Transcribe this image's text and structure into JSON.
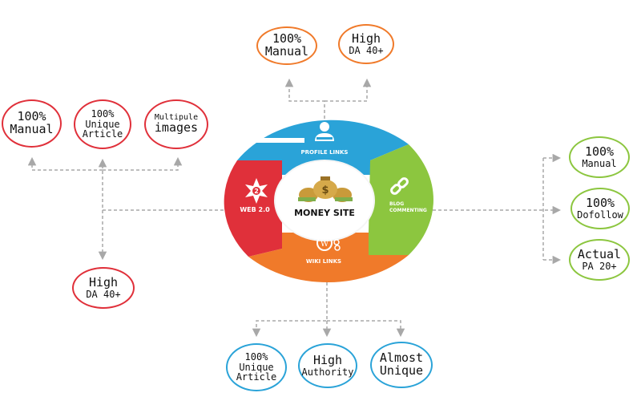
{
  "center": {
    "label": "MONEY SITE"
  },
  "segments": {
    "profile": "PROFILE LINKS",
    "blog_line1": "BLOG",
    "blog_line2": "COMMENTING",
    "wiki": "WIKI LINKS",
    "web20": "WEB 2.0"
  },
  "top_group": [
    {
      "line1": "100%",
      "line2": "Manual"
    },
    {
      "line1": "High",
      "line2": "DA 40+"
    }
  ],
  "left_group": [
    {
      "line1": "100%",
      "line2": "Manual",
      "line3": ""
    },
    {
      "line1": "100%",
      "line2": "Unique",
      "line3": "Article"
    },
    {
      "line1": "Multipule",
      "line2": "images",
      "line3": ""
    }
  ],
  "left_bottom": {
    "line1": "High",
    "line2": "DA 40+"
  },
  "right_group": [
    {
      "line1": "100%",
      "line2": "Manual"
    },
    {
      "line1": "100%",
      "line2": "Dofollow"
    },
    {
      "line1": "Actual",
      "line2": "PA 20+"
    }
  ],
  "bottom_group": [
    {
      "line1": "100%",
      "line2": "Unique",
      "line3": "Article"
    },
    {
      "line1": "High",
      "line2": "Authority",
      "line3": ""
    },
    {
      "line1": "Almost",
      "line2": "Unique",
      "line3": ""
    }
  ],
  "colors": {
    "profile": "#2aa3d8",
    "blog": "#8cc63f",
    "wiki": "#f07a2a",
    "web20": "#e0303a",
    "connector": "#a8a8a8"
  },
  "icons": {
    "profile": "user-icon",
    "blog": "chain-link-icon",
    "wiki": "wiki-icon",
    "web20": "star-icon",
    "center": "money-bags-icon"
  }
}
